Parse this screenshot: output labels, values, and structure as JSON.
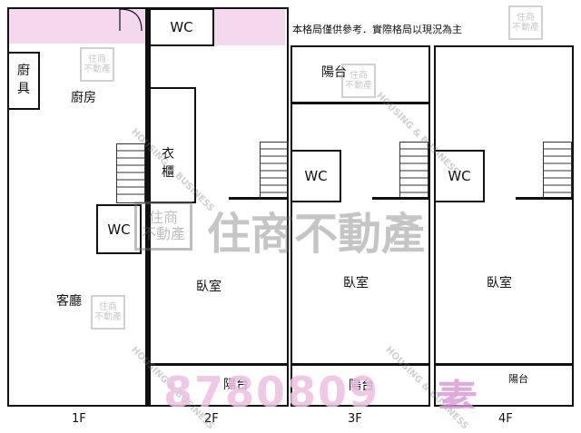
{
  "notice": "本格局僅供參考．實際格局以現況為主",
  "watermark": {
    "brand": "住商不動產",
    "badge": "住商\n不動產",
    "english": "HOUSING & BUSINESS",
    "phone": "8780809",
    "bottom_char": "素"
  },
  "floors": {
    "f1": {
      "label": "1F",
      "rooms": {
        "kitchen_store": "廚具",
        "kitchen": "廚房",
        "wc": "WC",
        "living": "客廳"
      }
    },
    "f2": {
      "label": "2F",
      "rooms": {
        "wc": "WC",
        "wardrobe": "衣櫃",
        "bedroom": "臥室",
        "balcony": "陽台"
      }
    },
    "f3": {
      "label": "3F",
      "rooms": {
        "balcony_top": "陽台",
        "wc": "WC",
        "bedroom": "臥室",
        "balcony": "陽台"
      }
    },
    "f4": {
      "label": "4F",
      "rooms": {
        "wc": "WC",
        "bedroom": "臥室",
        "balcony": "陽台"
      }
    }
  }
}
